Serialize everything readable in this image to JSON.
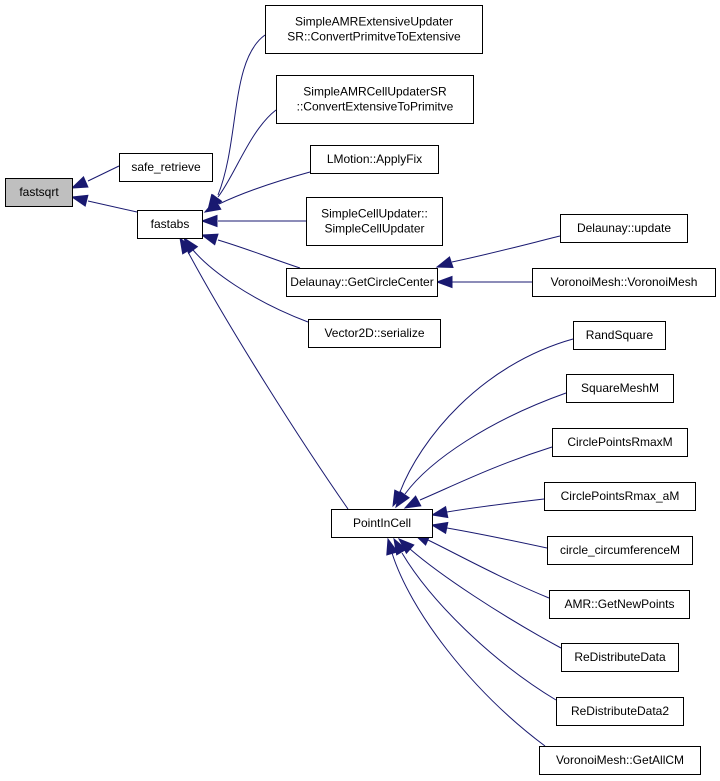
{
  "graph": {
    "nodes": {
      "fastsqrt": {
        "lines": [
          "fastsqrt"
        ]
      },
      "safe_retrieve": {
        "lines": [
          "safe_retrieve"
        ]
      },
      "fastabs": {
        "lines": [
          "fastabs"
        ]
      },
      "amr_ext_updater": {
        "lines": [
          "SimpleAMRExtensiveUpdater",
          "SR::ConvertPrimitveToExtensive"
        ]
      },
      "amr_cell_updater": {
        "lines": [
          "SimpleAMRCellUpdaterSR",
          "::ConvertExtensiveToPrimitve"
        ]
      },
      "lmotion": {
        "lines": [
          "LMotion::ApplyFix"
        ]
      },
      "simple_cell_updater": {
        "lines": [
          "SimpleCellUpdater::",
          "SimpleCellUpdater"
        ]
      },
      "get_circle_center": {
        "lines": [
          "Delaunay::GetCircleCenter"
        ]
      },
      "delaunay_update": {
        "lines": [
          "Delaunay::update"
        ]
      },
      "voronoi_mesh": {
        "lines": [
          "VoronoiMesh::VoronoiMesh"
        ]
      },
      "vector2d_serialize": {
        "lines": [
          "Vector2D::serialize"
        ]
      },
      "point_in_cell": {
        "lines": [
          "PointInCell"
        ]
      },
      "rand_square": {
        "lines": [
          "RandSquare"
        ]
      },
      "square_mesh_m": {
        "lines": [
          "SquareMeshM"
        ]
      },
      "circle_points_rmax_m": {
        "lines": [
          "CirclePointsRmaxM"
        ]
      },
      "circle_points_rmax_a_m": {
        "lines": [
          "CirclePointsRmax_aM"
        ]
      },
      "circle_circumference_m": {
        "lines": [
          "circle_circumferenceM"
        ]
      },
      "amr_get_new_points": {
        "lines": [
          "AMR::GetNewPoints"
        ]
      },
      "redistribute_data": {
        "lines": [
          "ReDistributeData"
        ]
      },
      "redistribute_data2": {
        "lines": [
          "ReDistributeData2"
        ]
      },
      "voronoi_get_all_cm": {
        "lines": [
          "VoronoiMesh::GetAllCM"
        ]
      }
    },
    "edges": [
      {
        "from": "safe_retrieve",
        "to": "fastsqrt"
      },
      {
        "from": "fastabs",
        "to": "fastsqrt"
      },
      {
        "from": "amr_ext_updater",
        "to": "fastabs"
      },
      {
        "from": "amr_cell_updater",
        "to": "fastabs"
      },
      {
        "from": "lmotion",
        "to": "fastabs"
      },
      {
        "from": "simple_cell_updater",
        "to": "fastabs"
      },
      {
        "from": "get_circle_center",
        "to": "fastabs"
      },
      {
        "from": "vector2d_serialize",
        "to": "fastabs"
      },
      {
        "from": "point_in_cell",
        "to": "fastabs"
      },
      {
        "from": "delaunay_update",
        "to": "get_circle_center"
      },
      {
        "from": "voronoi_mesh",
        "to": "get_circle_center"
      },
      {
        "from": "rand_square",
        "to": "point_in_cell"
      },
      {
        "from": "square_mesh_m",
        "to": "point_in_cell"
      },
      {
        "from": "circle_points_rmax_m",
        "to": "point_in_cell"
      },
      {
        "from": "circle_points_rmax_a_m",
        "to": "point_in_cell"
      },
      {
        "from": "circle_circumference_m",
        "to": "point_in_cell"
      },
      {
        "from": "amr_get_new_points",
        "to": "point_in_cell"
      },
      {
        "from": "redistribute_data",
        "to": "point_in_cell"
      },
      {
        "from": "redistribute_data2",
        "to": "point_in_cell"
      },
      {
        "from": "voronoi_get_all_cm",
        "to": "point_in_cell"
      }
    ]
  },
  "colors": {
    "edge": "#191970",
    "root_fill": "#bfbfbf",
    "node_fill": "#ffffff",
    "node_border": "#000000"
  }
}
